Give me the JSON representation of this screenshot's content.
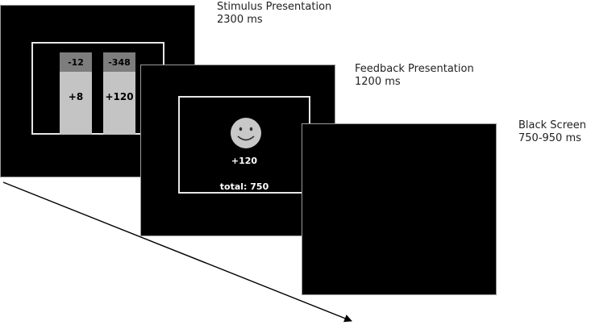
{
  "screens": [
    {
      "title": "Stimulus Presentation",
      "duration": "2300 ms",
      "options": [
        {
          "loss": "-12",
          "gain": "+8"
        },
        {
          "loss": "-348",
          "gain": "+120"
        }
      ]
    },
    {
      "title": "Feedback Presentation",
      "duration": "1200 ms",
      "face": "smiley-face",
      "points": "+120",
      "total": "total: 750"
    },
    {
      "title": "Black Screen",
      "duration": "750-950 ms"
    }
  ],
  "colors": {
    "screen": "#000000",
    "frame": "#e6e6e6",
    "loss_box": "#7d7d7d",
    "gain_box": "#c4c4c4",
    "face": "#c8c8c8"
  },
  "arrow": "time-arrow"
}
